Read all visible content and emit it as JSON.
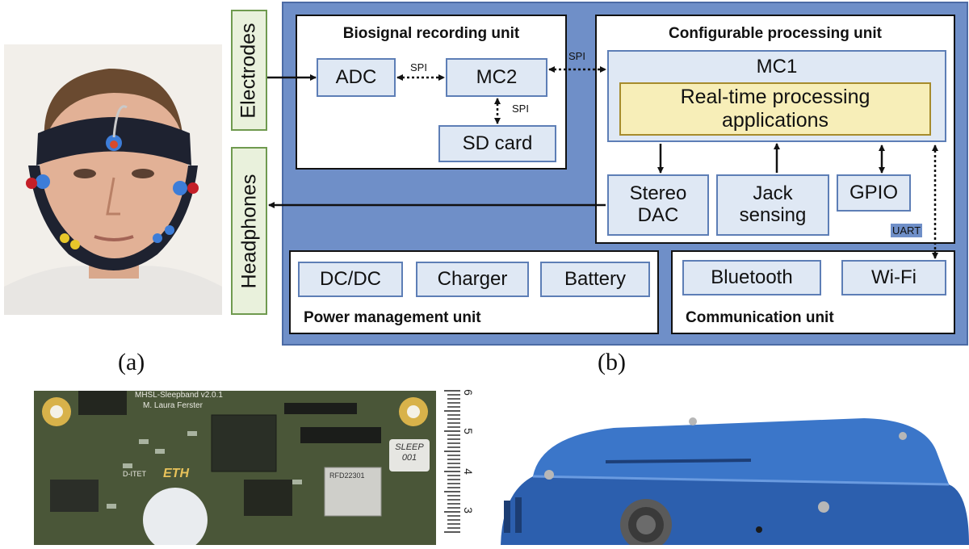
{
  "labels": {
    "electrodes": "Electrodes",
    "headphones": "Headphones"
  },
  "biosignal_unit": {
    "title": "Biosignal recording unit",
    "adc": "ADC",
    "mc2": "MC2",
    "sd_card": "SD card",
    "spi_adc_mc2": "SPI",
    "spi_mc2_sd": "SPI"
  },
  "processing_unit": {
    "title": "Configurable processing unit",
    "mc1": "MC1",
    "realtime": "Real-time processing applications",
    "stereo_dac": "Stereo DAC",
    "jack_sensing": "Jack sensing",
    "gpio": "GPIO",
    "spi_link": "SPI",
    "uart_link": "UART"
  },
  "power_unit": {
    "title": "Power management unit",
    "dcdc": "DC/DC",
    "charger": "Charger",
    "battery": "Battery"
  },
  "communication_unit": {
    "title": "Communication unit",
    "bluetooth": "Bluetooth",
    "wifi": "Wi-Fi"
  },
  "captions": {
    "a": "(a)",
    "b": "(b)"
  },
  "pcb": {
    "board_text": "MHSL-Sleepband v2.0.1",
    "author": "M. Laura Ferster",
    "logo": "ETH",
    "dept": "D-ITET",
    "sticker": "SLEEP 001",
    "module_text": "RFD22301"
  },
  "ruler": {
    "ticks": [
      "6",
      "5",
      "4",
      "3"
    ]
  },
  "colors": {
    "diagram_blue": "#6f8fc8",
    "box_fill": "#dfe8f4",
    "yellow_fill": "#f7eeb8",
    "label_green": "#e9f1dc",
    "enclosure_blue": "#2f66b8",
    "pcb_green": "#4a5638"
  }
}
